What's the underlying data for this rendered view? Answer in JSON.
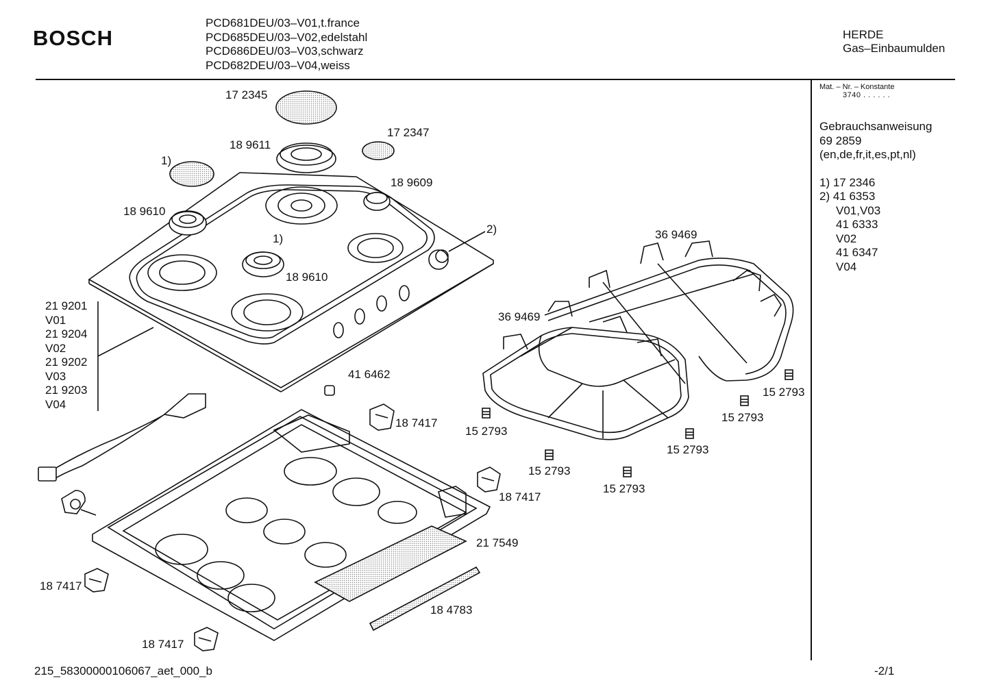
{
  "header": {
    "brand": "BOSCH",
    "models": [
      "PCD681DEU/03–V01,t.france",
      "PCD685DEU/03–V02,edelstahl",
      "PCD686DEU/03–V03,schwarz",
      "PCD682DEU/03–V04,weiss"
    ],
    "category_line1": "HERDE",
    "category_line2": "Gas–Einbaumulden"
  },
  "side_panel": {
    "mat_label": "Mat. – Nr. – Konstante",
    "mat_value": "3740 . . . . . .",
    "manual_title": "Gebrauchsanweisung",
    "manual_number": "69 2859",
    "manual_languages": "(en,de,fr,it,es,pt,nl)",
    "notes": [
      "1)  17 2346",
      "2)  41 6353",
      "V01,V03",
      "41 6333",
      "V02",
      "41 6347",
      "V04"
    ]
  },
  "parts": {
    "p172345": "17 2345",
    "p172347": "17 2347",
    "p189611": "18 9611",
    "note1_top": "1)",
    "p189609": "18 9609",
    "p189610_left": "18 9610",
    "note1_mid": "1)",
    "note2": "2)",
    "p189610_center": "18 9610",
    "p369469_right": "36 9469",
    "p369469_left": "36 9469",
    "hob_variants": [
      "21 9201",
      "V01",
      "21 9204",
      "V02",
      "21 9202",
      "V03",
      "21 9203",
      "V04"
    ],
    "p416462": "41 6462",
    "p187417_a": "18 7417",
    "p187417_b": "18 7417",
    "p187417_c": "18 7417",
    "p187417_d": "18 7417",
    "p152793_a": "15 2793",
    "p152793_b": "15 2793",
    "p152793_c": "15 2793",
    "p152793_d": "15 2793",
    "p152793_e": "15 2793",
    "p152793_f": "15 2793",
    "p217549": "21 7549",
    "p184783": "18 4783"
  },
  "footer": {
    "document_id": "215_58300000106067_aet_000_b",
    "page": "-2/1"
  }
}
